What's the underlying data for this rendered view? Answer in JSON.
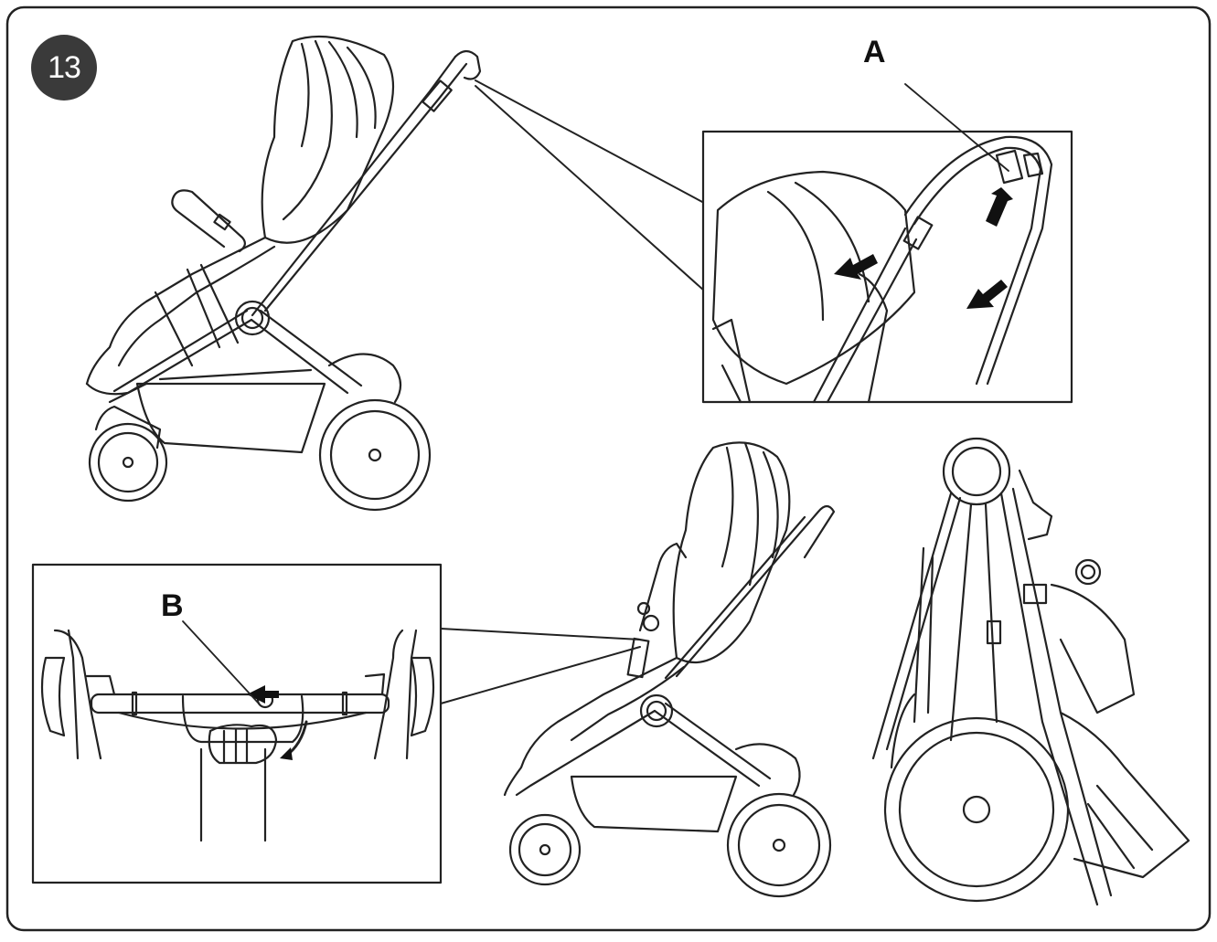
{
  "step": {
    "number": "13"
  },
  "callouts": {
    "a": "A",
    "b": "B"
  },
  "colors": {
    "frame": "#222222",
    "badge": "#3a3a3a",
    "arrow": "#111111"
  }
}
